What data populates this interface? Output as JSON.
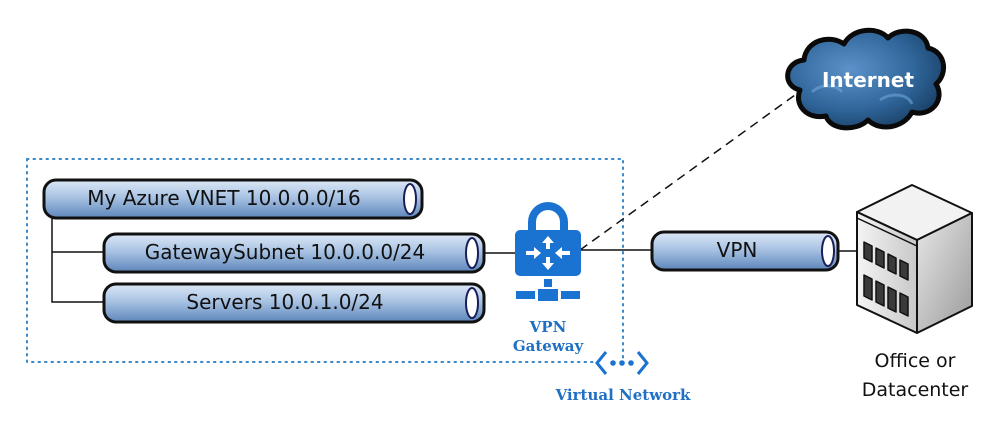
{
  "diagram": {
    "virtual_network": {
      "label": "Virtual Network",
      "border_color": "#3a87c8"
    },
    "pipes": {
      "vnet": "My Azure VNET 10.0.0.0/16",
      "gateway_subnet": "GatewaySubnet 10.0.0.0/24",
      "servers": "Servers 10.0.1.0/24",
      "vpn": "VPN"
    },
    "vpn_gateway": {
      "line1": "VPN",
      "line2": "Gateway",
      "color": "#1a73d1"
    },
    "internet": {
      "label": "Internet"
    },
    "office": {
      "line1": "Office or",
      "line2": "Datacenter"
    },
    "colors": {
      "pipe_light": "#c9daf0",
      "pipe_dark": "#5b86bd",
      "cloud": "#2f5f8f"
    }
  }
}
